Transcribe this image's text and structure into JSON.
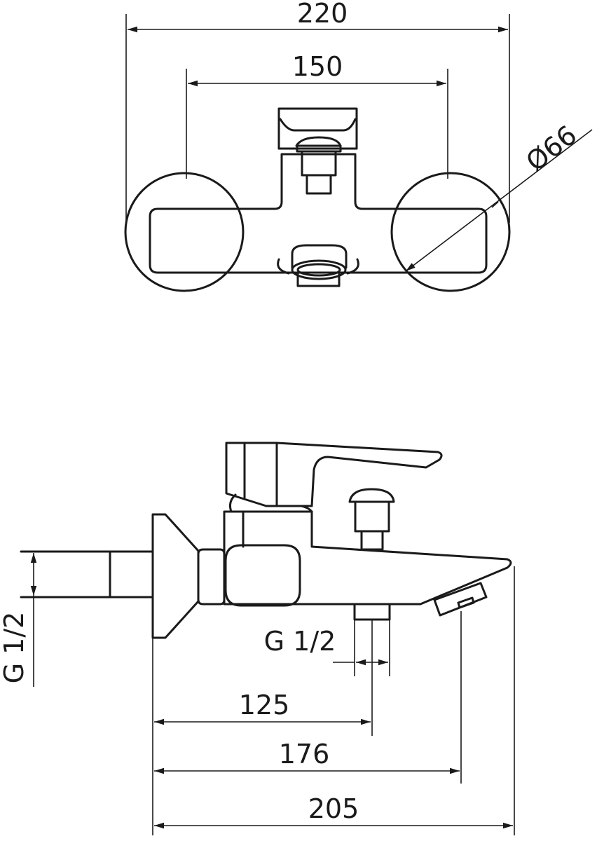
{
  "drawing": {
    "top_view": {
      "overall_width": "220",
      "center_distance": "150",
      "flange_diameter": "Ø66"
    },
    "side_view": {
      "wall_inlet_thread": "G 1/2",
      "outlet_thread": "G 1/2",
      "outlet_distance": "125",
      "aerator_distance": "176",
      "overall_depth": "205"
    }
  }
}
